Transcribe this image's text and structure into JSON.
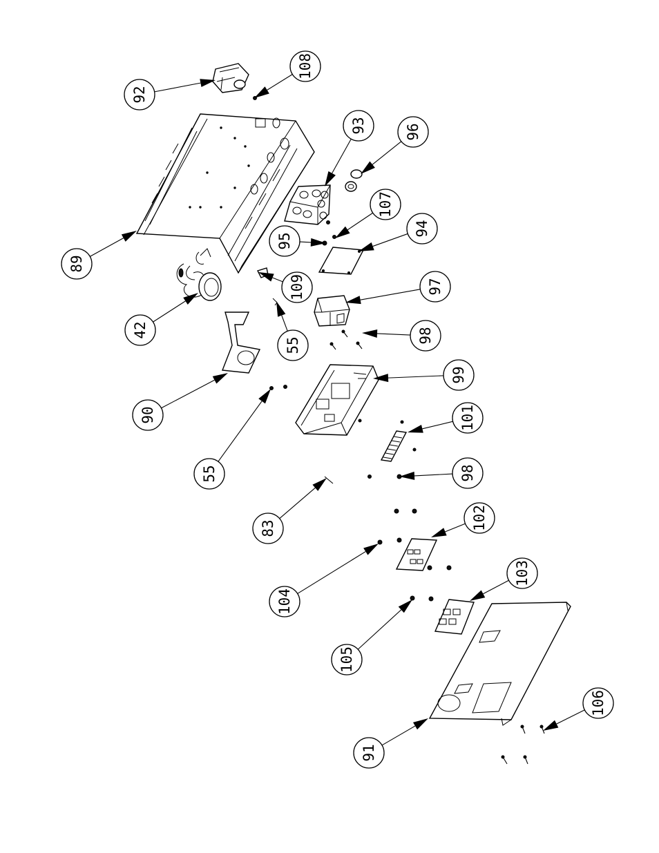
{
  "callouts": [
    {
      "id": "c92",
      "text": "92"
    },
    {
      "id": "c108",
      "text": "108"
    },
    {
      "id": "c93",
      "text": "93"
    },
    {
      "id": "c96",
      "text": "96"
    },
    {
      "id": "c107",
      "text": "107"
    },
    {
      "id": "c95",
      "text": "95"
    },
    {
      "id": "c94",
      "text": "94"
    },
    {
      "id": "c89",
      "text": "89"
    },
    {
      "id": "c109",
      "text": "109"
    },
    {
      "id": "c42",
      "text": "42"
    },
    {
      "id": "c97",
      "text": "97"
    },
    {
      "id": "c55a",
      "text": "55"
    },
    {
      "id": "c98a",
      "text": "98"
    },
    {
      "id": "c99",
      "text": "99"
    },
    {
      "id": "c90",
      "text": "90"
    },
    {
      "id": "c101",
      "text": "101"
    },
    {
      "id": "c55b",
      "text": "55"
    },
    {
      "id": "c98b",
      "text": "98"
    },
    {
      "id": "c83",
      "text": "83"
    },
    {
      "id": "c102",
      "text": "102"
    },
    {
      "id": "c103",
      "text": "103"
    },
    {
      "id": "c104",
      "text": "104"
    },
    {
      "id": "c105",
      "text": "105"
    },
    {
      "id": "c106",
      "text": "106"
    },
    {
      "id": "c91",
      "text": "91"
    }
  ]
}
